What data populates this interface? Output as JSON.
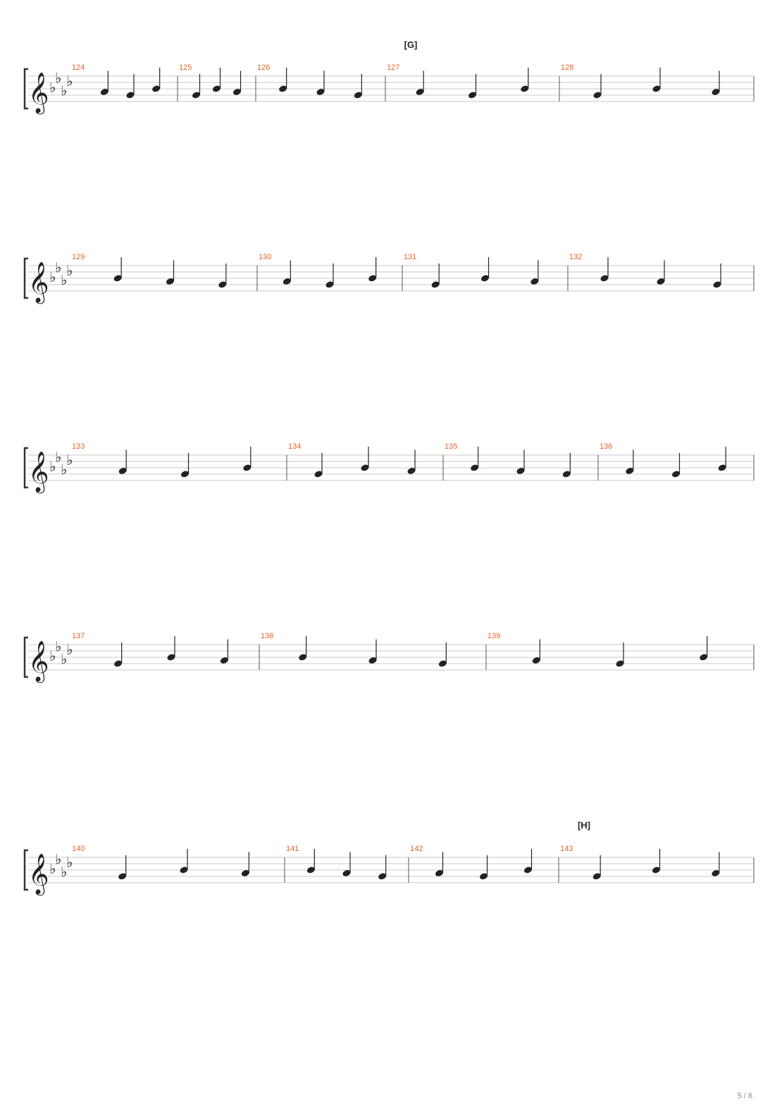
{
  "page": {
    "page_indicator": "5 / 6"
  },
  "key_signature": {
    "flats": 4
  },
  "colors": {
    "measure_number": "#e8632b",
    "staff": "#c8c8c8",
    "notes": "#222222"
  },
  "rehearsal_marks": [
    {
      "label": "[G]",
      "system": 0,
      "measure": 127
    },
    {
      "label": "[H]",
      "system": 4,
      "measure": 143
    }
  ],
  "systems": [
    {
      "measures": [
        124,
        125,
        126,
        127,
        128
      ]
    },
    {
      "measures": [
        129,
        130,
        131,
        132
      ]
    },
    {
      "measures": [
        133,
        134,
        135,
        136
      ]
    },
    {
      "measures": [
        137,
        138,
        139
      ]
    },
    {
      "measures": [
        140,
        141,
        142,
        143
      ]
    }
  ]
}
